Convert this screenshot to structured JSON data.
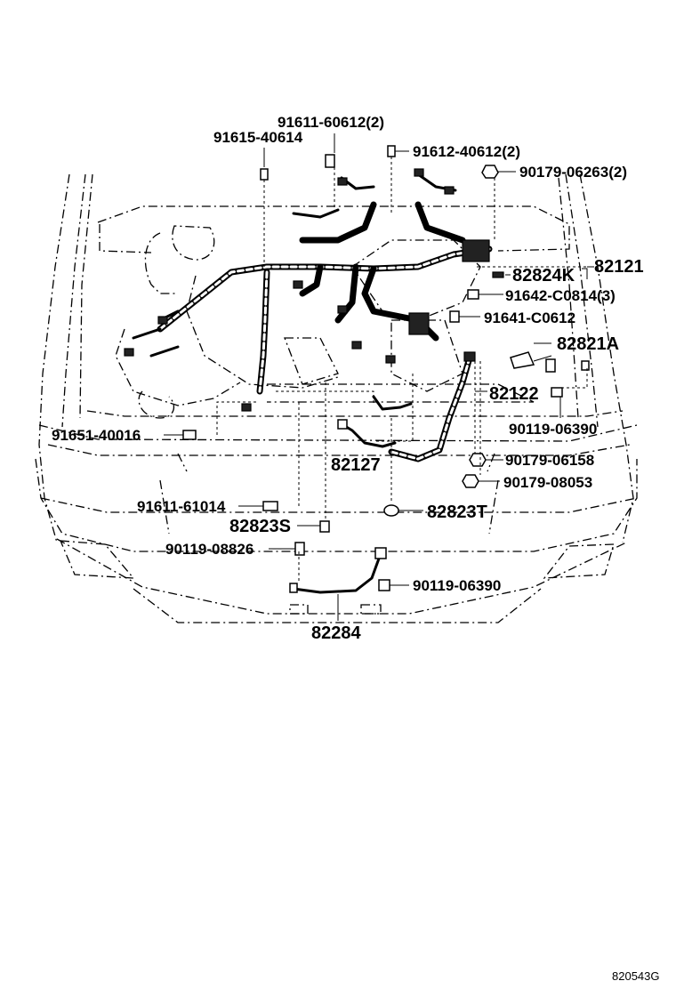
{
  "labels": {
    "p91611_60612": "91611-60612(2)",
    "p91615_40614": "91615-40614",
    "p91612_40612": "91612-40612(2)",
    "p90179_06263": "90179-06263(2)",
    "p82824K": "82824K",
    "p82121": "82121",
    "p91642_C0814": "91642-C0814(3)",
    "p91641_C0612": "91641-C0612",
    "p82821A": "82821A",
    "p82122": "82122",
    "p90119_06390_a": "90119-06390",
    "p91651_40016": "91651-40016",
    "p82127": "82127",
    "p90179_06158": "90179-06158",
    "p90179_08053": "90179-08053",
    "p91611_61014": "91611-61014",
    "p82823T": "82823T",
    "p82823S": "82823S",
    "p90119_08826": "90119-08826",
    "p90119_06390_b": "90119-06390",
    "p82284": "82284"
  },
  "footer": {
    "diagram_code": "820543G"
  }
}
